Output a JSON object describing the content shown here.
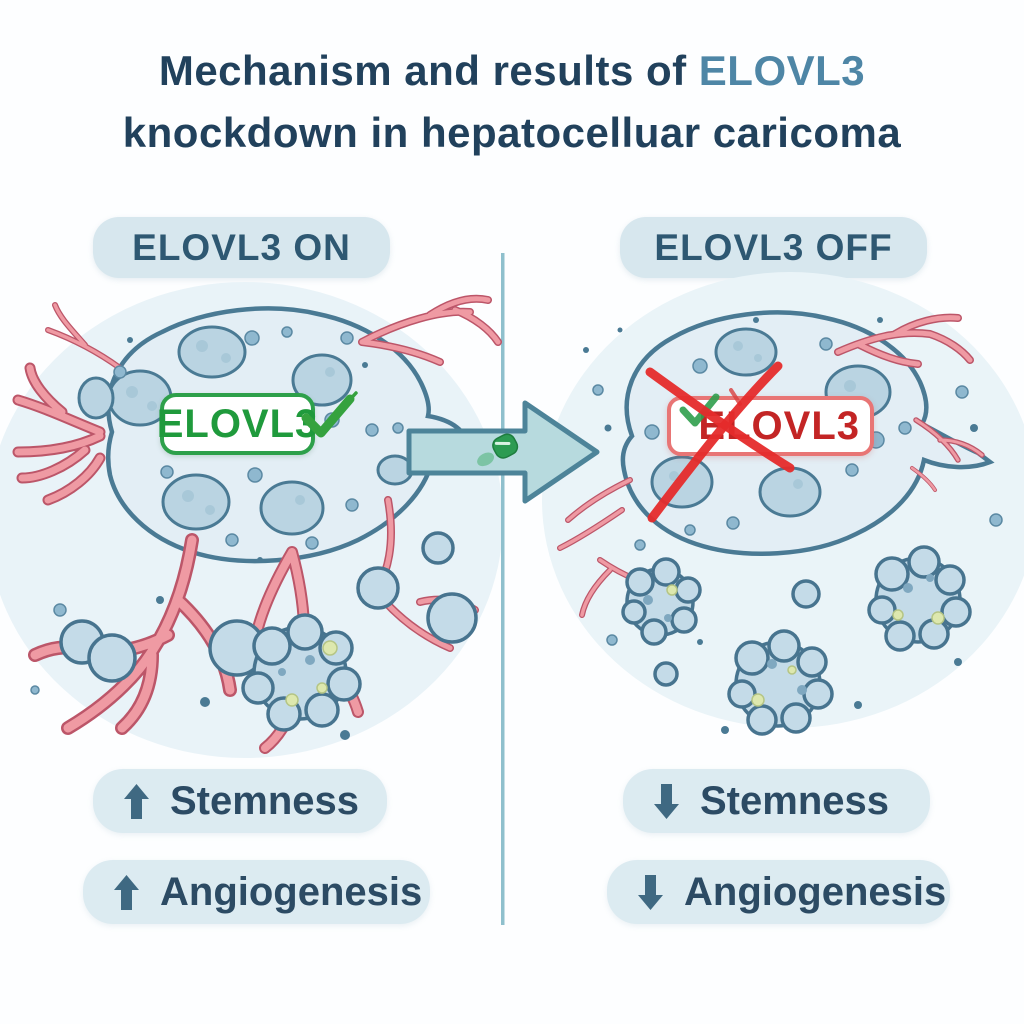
{
  "title": {
    "prefix": "Mechanism and results of ",
    "highlight": "ELOVL3",
    "line2": "knockdown in hepatocelluar caricoma"
  },
  "panels": {
    "left": {
      "header": "ELOVL3 ON",
      "gene_badge": {
        "label": "ELOVL3",
        "status": "active",
        "status_icon": "checkmark-icon"
      },
      "outcomes": [
        {
          "direction": "up",
          "label": "Stemness"
        },
        {
          "direction": "up",
          "label": "Angiogenesis"
        }
      ]
    },
    "right": {
      "header": "ELOVL3 OFF",
      "gene_badge": {
        "label": "ELOVL3",
        "status": "knocked-down",
        "status_icon": "red-cross-icon"
      },
      "outcomes": [
        {
          "direction": "down",
          "label": "Stemness"
        },
        {
          "direction": "down",
          "label": "Angiogenesis"
        }
      ]
    }
  },
  "illustration": {
    "left_scene": "tumor cell with ELOVL3 active, abundant branching blood vessels and spheroid tumor cells",
    "right_scene": "tumor cell after ELOVL3 knockdown, regressed vessels and fewer spheroids",
    "transition_icon": "knockdown-capsule-icon"
  },
  "colors": {
    "title_dark": "#21415c",
    "title_highlight": "#4e86a6",
    "header_pill_bg": "#d7e7ee",
    "header_pill_text": "#2e5872",
    "outcome_pill_bg": "#dcebf1",
    "outcome_text": "#2c4b64",
    "outcome_arrow": "#3f6982",
    "divider": "#8fc0cd",
    "cell_fill": "#e3eef5",
    "cell_outline": "#4a7a94",
    "nodule_fill": "#bad4e2",
    "vessel_light": "#ef9aa3",
    "vessel_dark": "#bc5669",
    "arrow_fill": "#b7dade",
    "arrow_outline": "#4d8499",
    "capsule_green": "#2c9b52",
    "gene_on_green": "#1f9a3c",
    "gene_off_red": "#c32525",
    "cross_red": "#e52b2b",
    "check_green": "#35a23e"
  }
}
